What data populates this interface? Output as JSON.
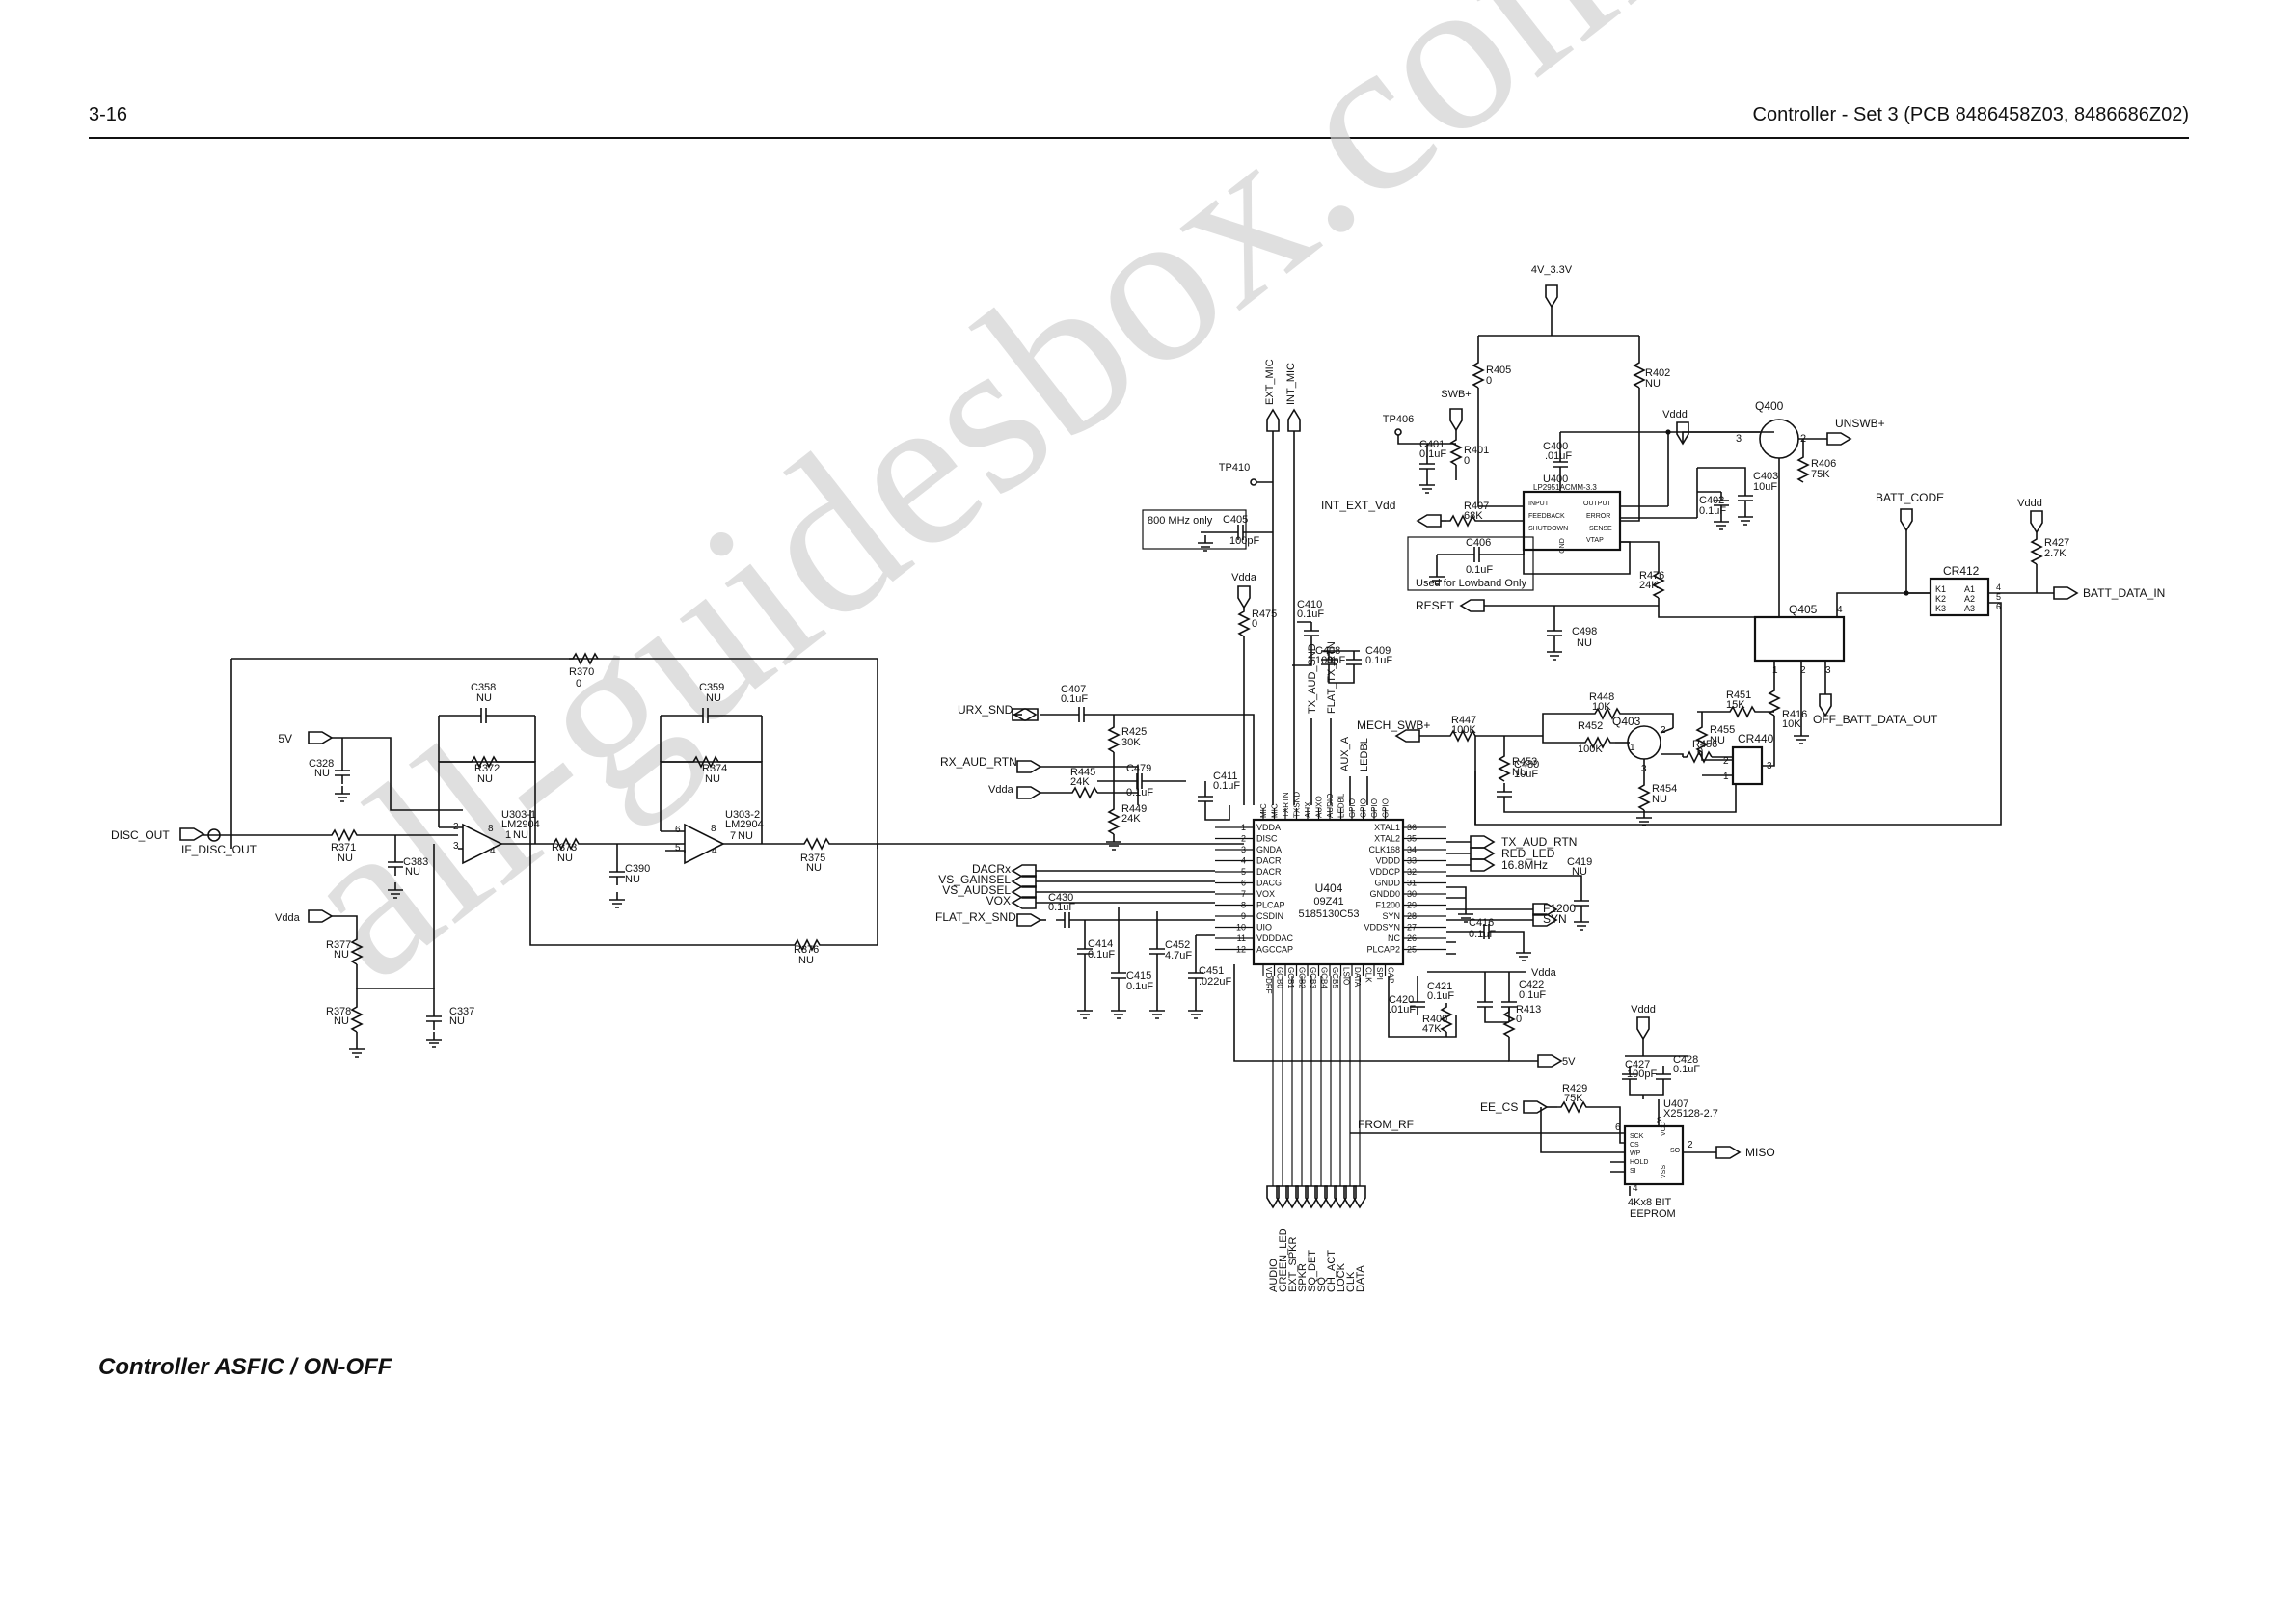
{
  "header": {
    "page_number": "3-16",
    "title": "Controller - Set 3 (PCB 8486458Z03, 8486686Z02)"
  },
  "caption": "Controller ASFIC / ON-OFF",
  "watermark": "all-guidesbox.com",
  "colors": {
    "ink": "#111111",
    "watermark": "#cfcfcf",
    "background": "#ffffff"
  },
  "nets": {
    "v33": "4V_3.3V",
    "swb": "SWB+",
    "unswb": "UNSWB+",
    "vddd": "Vddd",
    "vdda": "Vdda",
    "v5": "5V",
    "tp406": "TP406",
    "tp410": "TP410",
    "int_ext_vdd": "INT_EXT_Vdd",
    "reset": "RESET",
    "batt_code": "BATT_CODE",
    "batt_data_in": "BATT_DATA_IN",
    "off_batt": "OFF_BATT_DATA_OUT",
    "mech_swb": "MECH_SWB+",
    "urx_snd": "URX_SND",
    "rx_aud_rtn": "RX_AUD_RTN",
    "flat_rx_snd": "FLAT_RX_SND",
    "disc_out": "DISC_OUT",
    "if_disc_out": "IF_DISC_OUT",
    "ext_mic": "EXT_MIC",
    "int_mic": "INT_MIC",
    "dacrx": "DACRx",
    "vs_gainsel": "VS_GAINSEL",
    "vs_audsel": "VS_AUDSEL",
    "vox": "VOX",
    "tx_aud_rtn": "TX_AUD_RTN",
    "red_led": "RED_LED",
    "clk168": "16.8MHz",
    "f1200": "F1200",
    "syn": "SYN",
    "ee_cs": "EE_CS",
    "miso": "MISO",
    "from_rf": "FROM_RF",
    "vdda_right": "Vdda",
    "tx_aud_snd": "TX_AUD_SND",
    "flat_tx_rtn": "FLAT_TX_RTN",
    "aux_a": "AUX_A",
    "note_800": "800 MHz only",
    "note_lowband": "Used for Lowband Only"
  },
  "components": {
    "r405": [
      "R405",
      "0"
    ],
    "r402": [
      "R402",
      "NU"
    ],
    "r401": [
      "R401",
      "0"
    ],
    "c401": [
      "C401",
      "0.1uF"
    ],
    "c400": [
      "C400",
      ".01uF"
    ],
    "u400": [
      "U400",
      "LP2951ACMM-3.3"
    ],
    "u400pins": [
      "INPUT",
      "OUTPUT",
      "FEEDBACK",
      "ERROR",
      "SHUTDOWN",
      "SENSE",
      "VTAP",
      "GND"
    ],
    "c403": [
      "C403",
      "10uF"
    ],
    "c402": [
      "C402",
      "0.1uF"
    ],
    "r407": [
      "R407",
      "68K"
    ],
    "c406": [
      "C406",
      "0.1uF"
    ],
    "q400": [
      "Q400",
      "3",
      "2"
    ],
    "r406": [
      "R406",
      "75K"
    ],
    "r476": [
      "R476",
      "24K"
    ],
    "c498": [
      "C498",
      "NU"
    ],
    "r427": [
      "R427",
      "2.7K"
    ],
    "cr412": [
      "CR412",
      "K1",
      "A1",
      "K2",
      "A2",
      "K3",
      "A3",
      "4",
      "5",
      "6"
    ],
    "q405": [
      "Q405",
      "4",
      "1",
      "2",
      "3"
    ],
    "r416": [
      "R416",
      "10K"
    ],
    "r451": [
      "R451",
      "15K"
    ],
    "r455": [
      "R455",
      "NU"
    ],
    "cr440": [
      "CR440",
      "2",
      "1",
      "3"
    ],
    "r448": [
      "R448",
      "10K"
    ],
    "r447": [
      "R447",
      "100K"
    ],
    "r452": [
      "R452",
      "100K"
    ],
    "q403": [
      "Q403",
      "1",
      "2",
      "3"
    ],
    "r453": [
      "R453",
      "NU"
    ],
    "c480": [
      "C480",
      "10uF"
    ],
    "r454": [
      "R454",
      "NU"
    ],
    "r456": [
      "R456",
      "0"
    ],
    "c405": [
      "C405",
      "100pF"
    ],
    "r475": [
      "R475",
      "0"
    ],
    "c410": [
      "C410",
      "0.1uF"
    ],
    "c408": [
      "C408",
      "100pF"
    ],
    "c409": [
      "C409",
      "0.1uF"
    ],
    "c407": [
      "C407",
      "0.1uF"
    ],
    "r425": [
      "R425",
      "30K"
    ],
    "r445": [
      "R445",
      "24K"
    ],
    "c479": [
      "C479",
      "0.1uF"
    ],
    "r449": [
      "R449",
      "24K"
    ],
    "c411": [
      "C411",
      "0.1uF"
    ],
    "r370": [
      "R370",
      "0"
    ],
    "c358": [
      "C358",
      "NU"
    ],
    "r372": [
      "R372",
      "NU"
    ],
    "c359": [
      "C359",
      "NU"
    ],
    "r374": [
      "R374",
      "NU"
    ],
    "c328": [
      "C328",
      "NU"
    ],
    "u3031": [
      "U303-1",
      "LM2904",
      "1",
      "NU",
      "2",
      "3",
      "8",
      "4"
    ],
    "u3032": [
      "U303-2",
      "LM2904",
      "7",
      "NU",
      "6",
      "5",
      "8",
      "4"
    ],
    "r371": [
      "R371",
      "NU"
    ],
    "r373": [
      "R373",
      "NU"
    ],
    "c383": [
      "C383",
      "NU"
    ],
    "c390": [
      "C390",
      "NU"
    ],
    "r375": [
      "R375",
      "NU"
    ],
    "r376": [
      "R376",
      "NU"
    ],
    "r377": [
      "R377",
      "NU"
    ],
    "r378": [
      "R378",
      "NU"
    ],
    "c337": [
      "C337",
      "NU"
    ],
    "c430": [
      "C430",
      "0.1uF"
    ],
    "c414": [
      "C414",
      "0.1uF"
    ],
    "c415": [
      "C415",
      "0.1uF"
    ],
    "c452": [
      "C452",
      "4.7uF"
    ],
    "c451": [
      "C451",
      ".022uF"
    ],
    "c419": [
      "C419",
      "NU"
    ],
    "c416": [
      "C416",
      "0.1uF"
    ],
    "c420": [
      "C420",
      ".01uF"
    ],
    "c421": [
      "C421",
      "0.1uF"
    ],
    "c422": [
      "C422",
      "0.1uF"
    ],
    "r400": [
      "R400",
      "47K"
    ],
    "r413": [
      "R413",
      "0"
    ],
    "u404": [
      "U404",
      "09Z41",
      "5185130C53"
    ],
    "u404_left": [
      "VDDA",
      "DISC",
      "GNDA",
      "DACR",
      "DACR",
      "DACG",
      "VOX",
      "PLCAP",
      "CSDIN",
      "UIO",
      "VDDDAC",
      "AGCCAP"
    ],
    "u404_left_nums": [
      "1",
      "2",
      "3",
      "4",
      "5",
      "6",
      "7",
      "8",
      "9",
      "10",
      "11",
      "12"
    ],
    "u404_right": [
      "XTAL1",
      "XTAL2",
      "CLK168",
      "VDDD",
      "VDDCP",
      "GNDD",
      "GNDD0",
      "F1200",
      "SYN",
      "VDDSYN",
      "NC",
      "PLCAP2"
    ],
    "u404_right_nums": [
      "36",
      "35",
      "34",
      "33",
      "32",
      "31",
      "30",
      "29",
      "28",
      "27",
      "26",
      "25"
    ],
    "u404_top": [
      "MIC",
      "MIC",
      "TXRTN",
      "TXSND",
      "AUX",
      "AUXO",
      "AUDIO",
      "LEDBL",
      "GPIO",
      "GPIO",
      "GPIO",
      "GPIO"
    ],
    "u404_bottom": [
      "VDDRF",
      "GCB0",
      "GCB1",
      "GCB2",
      "GCB3",
      "GCB4",
      "GCB5",
      "LSIO",
      "DATA",
      "CLK",
      "SPI",
      "CAP"
    ],
    "r429": [
      "R429",
      "75K"
    ],
    "c427": [
      "C427",
      "100pF"
    ],
    "c428": [
      "C428",
      "0.1uF"
    ],
    "u407": [
      "U407",
      "X25128-2.7",
      "4Kx8 BIT",
      "EEPROM",
      "6",
      "8",
      "2",
      "4"
    ],
    "u407pins": [
      "SCK",
      "CS",
      "WP",
      "HOLD",
      "SI",
      "VCC",
      "SO",
      "VSS"
    ],
    "bottom_labels": [
      "AUDIO",
      "GREEN_LED",
      "EXT_SPKR",
      "SPKR",
      "SQ_DET",
      "SQ",
      "CH_ACT",
      "LOCK",
      "CLK",
      "DATA"
    ]
  }
}
